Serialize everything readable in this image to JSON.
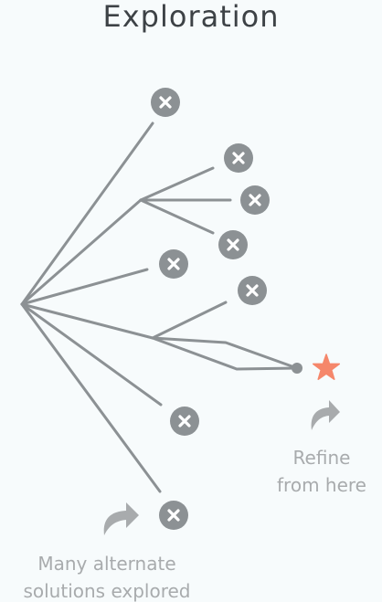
{
  "title": "Exploration",
  "refine_caption": {
    "line1": "Refine",
    "line2": "from here"
  },
  "alternates_caption": {
    "line1": "Many alternate",
    "line2": "solutions explored"
  },
  "icons": {
    "rejected": "close-icon",
    "chosen": "star-icon",
    "pointer": "curved-arrow-icon"
  },
  "colors": {
    "background": "#f7fbfc",
    "lines": "#8c9194",
    "rejected_badge": "#8c9194",
    "star": "#f5876b",
    "captions": "#a8abad",
    "title": "#3d4246"
  }
}
